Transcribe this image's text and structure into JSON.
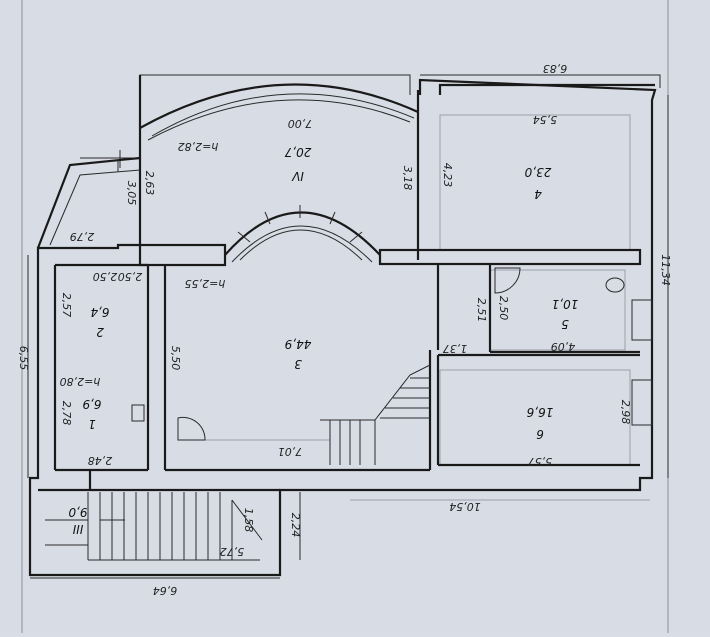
{
  "diagram": {
    "outer_dims": {
      "top_right": "6,83",
      "right": "11,34",
      "left": "6,55",
      "bottom_main": "10,54",
      "bottom_stairs": "6,64",
      "stairs_right": "2,24",
      "dim_279": "2,79",
      "dim_305": "3,05"
    },
    "rooms": [
      {
        "id": "IV",
        "num": "IV",
        "area": "20,7",
        "height": "h=2,82",
        "top": "7,00",
        "side_a": "2,63",
        "side_b": "3,18"
      },
      {
        "id": "4",
        "num": "4",
        "area": "23,0",
        "top": "5,54",
        "side": "4,23"
      },
      {
        "id": "2",
        "num": "2",
        "area": "6,4",
        "top": "2,50",
        "side": "2,57"
      },
      {
        "id": "3",
        "num": "3",
        "area": "44,9",
        "height": "h=2,55",
        "side": "5,50",
        "bottom": "7,01"
      },
      {
        "id": "5",
        "num": "5",
        "area": "10,1",
        "side": "2,50",
        "bottom": "4,09",
        "ext": "2,51"
      },
      {
        "id": "1",
        "num": "1",
        "area": "6,9",
        "height": "h=2,80",
        "side": "2,78",
        "bottom": "2,48"
      },
      {
        "id": "6",
        "num": "6",
        "area": "16,6",
        "side": "2,98",
        "bottom": "5,57",
        "ext": "1,37"
      },
      {
        "id": "III",
        "num": "III",
        "area": "9,0",
        "side": "1,58",
        "bottom": "5,72"
      }
    ]
  }
}
